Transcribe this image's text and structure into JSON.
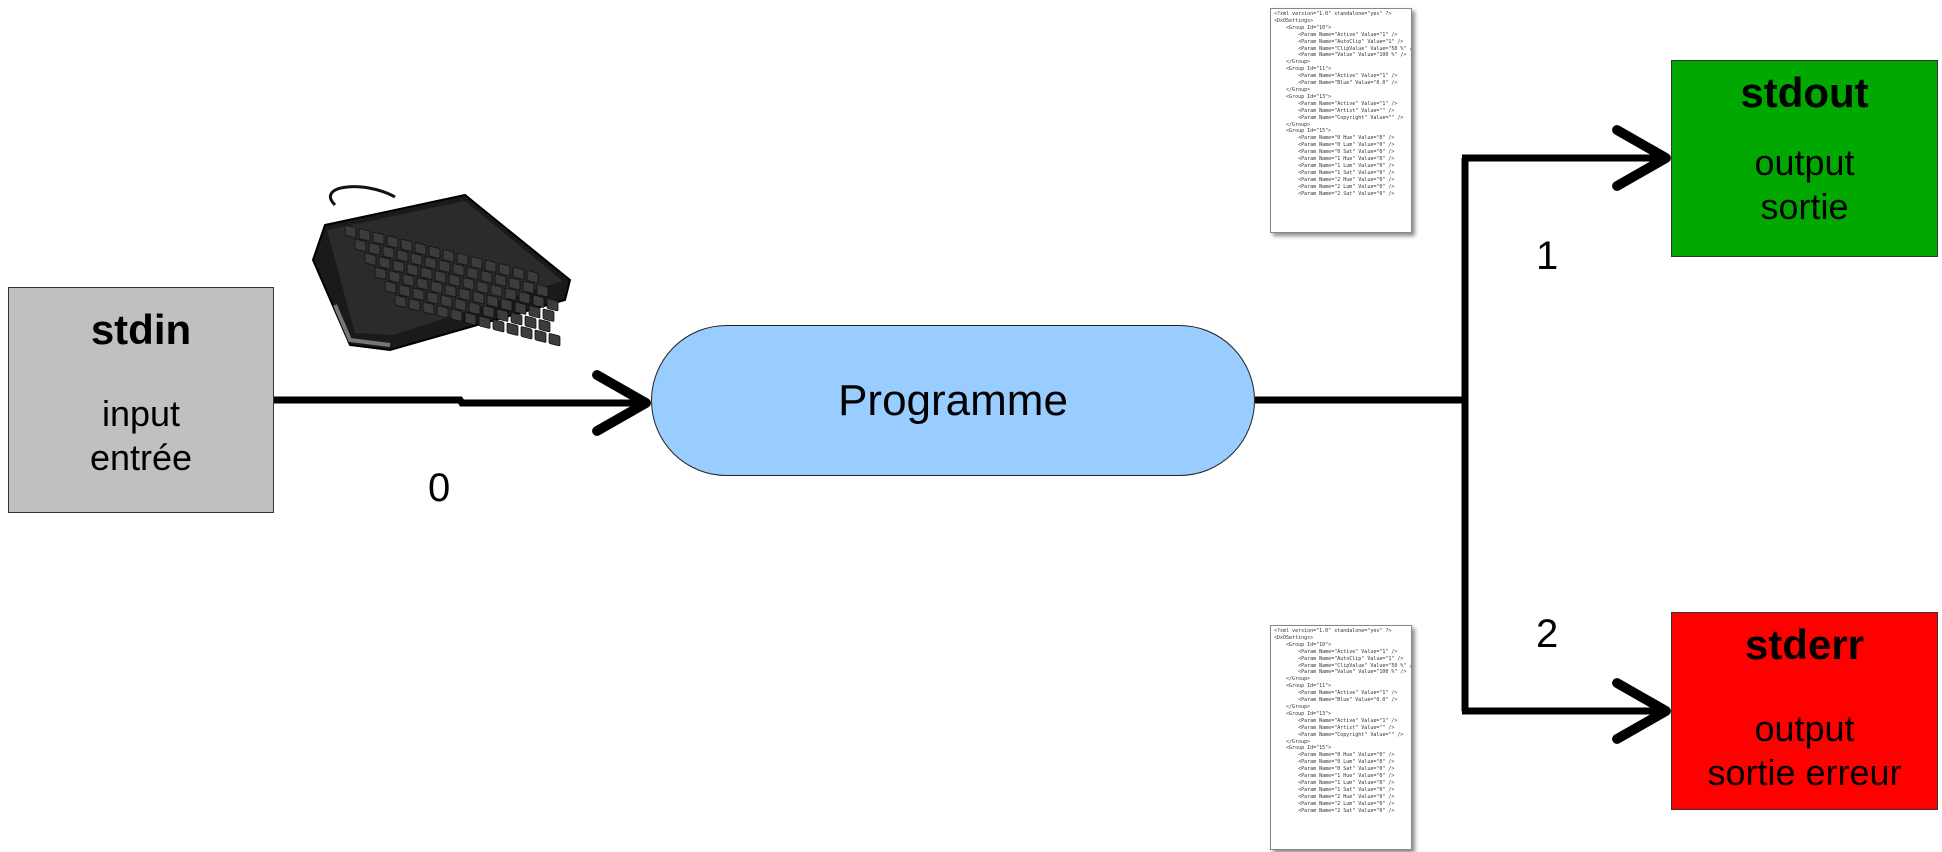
{
  "stdin": {
    "title": "stdin",
    "line1": "input",
    "line2": "entrée",
    "color": "#c0c0c0"
  },
  "programme": {
    "label": "Programme",
    "color": "#99ccff"
  },
  "stdout": {
    "title": "stdout",
    "line1": "output",
    "line2": "sortie",
    "color": "#00a800"
  },
  "stderr": {
    "title": "stderr",
    "line1": "output",
    "line2": "sortie erreur",
    "color": "#ff0000"
  },
  "streams": {
    "in": "0",
    "out": "1",
    "err": "2"
  },
  "xml_doc": {
    "lines": [
      "<?xml version=\"1.0\" standalone=\"yes\" ?>",
      "<DxOSettings>",
      "    <Group Id=\"10\">",
      "        <Param Name=\"Active\" Value=\"1\" />",
      "        <Param Name=\"AutoClip\" Value=\"1\" />",
      "        <Param Name=\"ClipValue\" Value=\"50 %\" />",
      "        <Param Name=\"Value\" Value=\"100 %\" />",
      "    </Group>",
      "    <Group Id=\"11\">",
      "        <Param Name=\"Active\" Value=\"1\" />",
      "        <Param Name=\"Blue\" Value=\"0.0\" />",
      "    </Group>",
      "    <Group Id=\"13\">",
      "        <Param Name=\"Active\" Value=\"1\" />",
      "        <Param Name=\"Artist\" Value=\"\" />",
      "        <Param Name=\"Copyright\" Value=\"\" />",
      "    </Group>",
      "    <Group Id=\"15\">",
      "        <Param Name=\"0 Hue\" Value=\"0\" />",
      "        <Param Name=\"0 Lum\" Value=\"0\" />",
      "        <Param Name=\"0 Sat\" Value=\"0\" />",
      "        <Param Name=\"1 Hue\" Value=\"0\" />",
      "        <Param Name=\"1 Lum\" Value=\"0\" />",
      "        <Param Name=\"1 Sat\" Value=\"0\" />",
      "        <Param Name=\"2 Hue\" Value=\"0\" />",
      "        <Param Name=\"2 Lum\" Value=\"0\" />",
      "        <Param Name=\"2 Sat\" Value=\"0\" />"
    ]
  },
  "icons": {
    "keyboard": "keyboard-icon",
    "document": "xml-document-icon"
  }
}
